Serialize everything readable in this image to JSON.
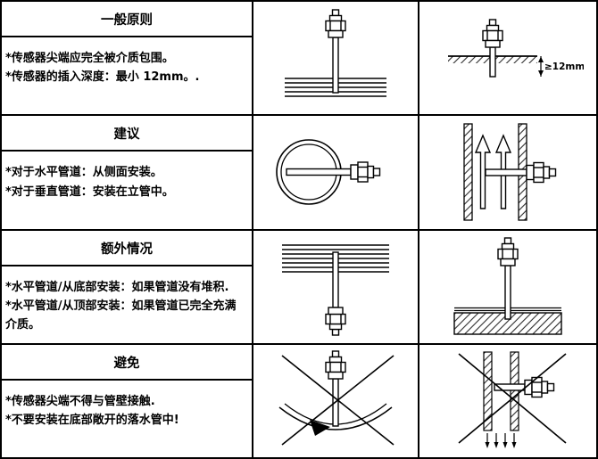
{
  "page": {
    "background": "#ffffff",
    "line_color": "#000000"
  },
  "rows": [
    {
      "title": "一般原则",
      "lines": [
        "*传感器尖端应完全被介质包围。",
        "*传感器的插入深度：最小 12mm。."
      ],
      "diagrams": [
        "sensor-inserted-through-pipe-wall",
        "sensor-minimum-insertion-depth"
      ]
    },
    {
      "title": "建议",
      "lines": [
        "*对于水平管道：从侧面安装。",
        "*对于垂直管道：安装在立管中。"
      ],
      "diagrams": [
        "horizontal-pipe-side-mount",
        "vertical-riser-mount"
      ]
    },
    {
      "title": "额外情况",
      "lines": [
        "*水平管道/从底部安装：如果管道没有堆积.",
        "*水平管道/从顶部安装：如果管道已完全充满介质。"
      ],
      "diagrams": [
        "bottom-mount-no-buildup",
        "top-mount-full-pipe"
      ]
    },
    {
      "title": "避免",
      "lines": [
        "*传感器尖端不得与管壁接触.",
        "*不要安装在底部敞开的落水管中!"
      ],
      "diagrams": [
        "avoid-tip-touching-pipe-wall",
        "avoid-open-bottom-downpipe"
      ]
    }
  ],
  "annotations": {
    "min_depth": "≥12mm"
  }
}
